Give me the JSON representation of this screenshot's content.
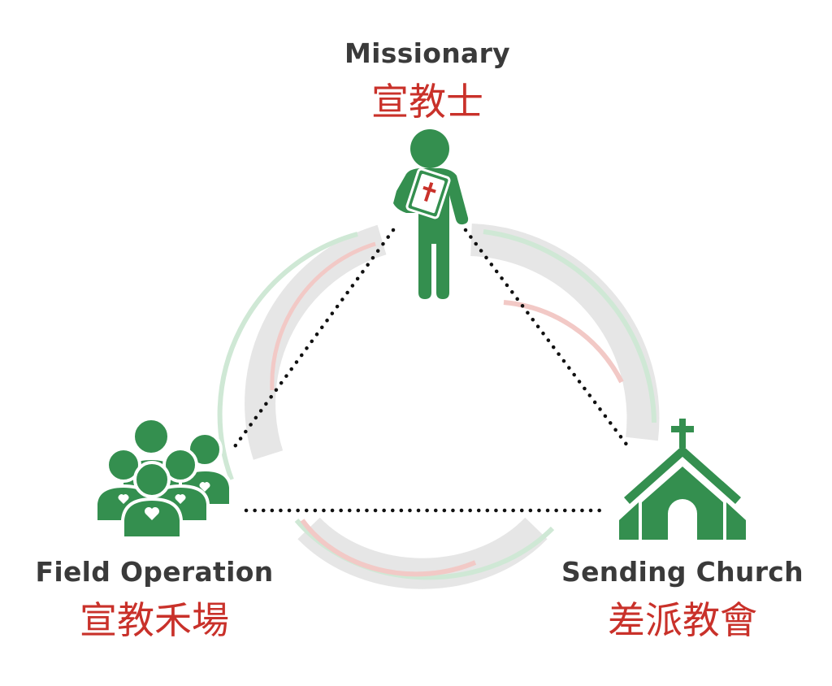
{
  "nodes": {
    "missionary": {
      "english": "Missionary",
      "chinese": "宣教士",
      "icon": "missionary-with-bible-icon"
    },
    "field": {
      "english": "Field Operation",
      "chinese": "宣教禾場",
      "icon": "people-group-icon"
    },
    "church": {
      "english": "Sending Church",
      "chinese": "差派教會",
      "icon": "church-icon"
    }
  },
  "colors": {
    "green": "#348f4f",
    "red": "#c9312a",
    "text": "#3a3a3a",
    "ring_gray": "#e6e6e6",
    "ring_red": "#f2c9c6",
    "ring_green": "#cfe8d5"
  }
}
